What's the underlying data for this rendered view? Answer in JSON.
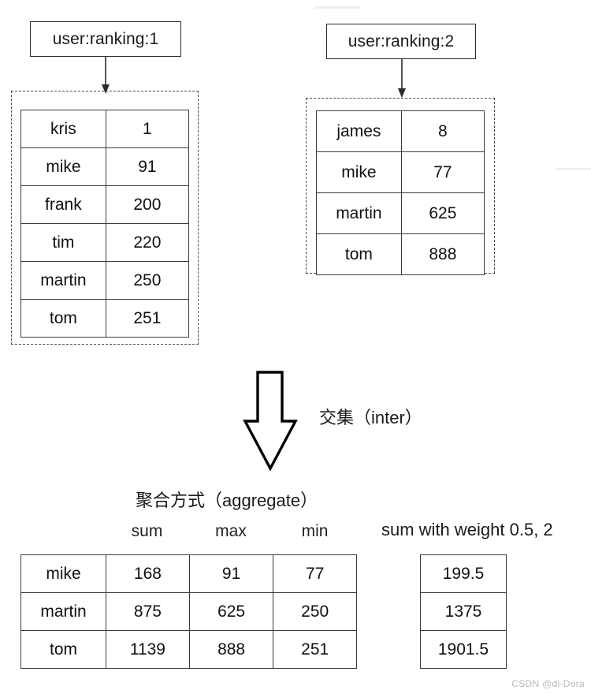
{
  "source_key_1": {
    "label": "user:ranking:1",
    "rows": [
      {
        "member": "kris",
        "score": "1"
      },
      {
        "member": "mike",
        "score": "91"
      },
      {
        "member": "frank",
        "score": "200"
      },
      {
        "member": "tim",
        "score": "220"
      },
      {
        "member": "martin",
        "score": "250"
      },
      {
        "member": "tom",
        "score": "251"
      }
    ]
  },
  "source_key_2": {
    "label": "user:ranking:2",
    "rows": [
      {
        "member": "james",
        "score": "8"
      },
      {
        "member": "mike",
        "score": "77"
      },
      {
        "member": "martin",
        "score": "625"
      },
      {
        "member": "tom",
        "score": "888"
      }
    ]
  },
  "operation": {
    "label": "交集（inter）"
  },
  "aggregate": {
    "title": "聚合方式（aggregate）",
    "column_headers": [
      "sum",
      "max",
      "min"
    ],
    "rows": [
      {
        "member": "mike",
        "sum": "168",
        "max": "91",
        "min": "77"
      },
      {
        "member": "martin",
        "sum": "875",
        "max": "625",
        "min": "250"
      },
      {
        "member": "tom",
        "sum": "1139",
        "max": "888",
        "min": "251"
      }
    ]
  },
  "weighted": {
    "title": "sum with weight 0.5, 2",
    "values": [
      "199.5",
      "1375",
      "1901.5"
    ]
  },
  "watermark": {
    "text": "CSDN @di-Dora"
  },
  "colors": {
    "stroke": "#2b2b2b",
    "dashed": "#4a4a4a",
    "text": "#1a1a1a",
    "watermark": "#b9b9b9",
    "background": "#ffffff"
  }
}
